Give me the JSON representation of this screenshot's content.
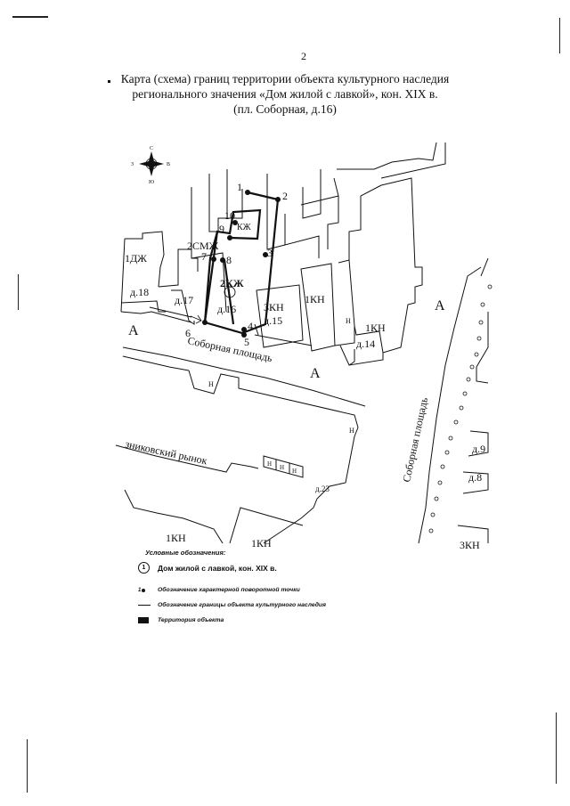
{
  "page": {
    "number": "2"
  },
  "title": {
    "line1": "Карта (схема) границ территории объекта культурного наследия",
    "line2": "регионального значения «Дом жилой с лавкой», кон. XIX в.",
    "line3": "(пл. Соборная, д.16)"
  },
  "compass": {
    "north": "С",
    "south": "Ю",
    "west": "З",
    "east": "В"
  },
  "map_labels": {
    "kzh": "КЖ",
    "smzh2": "2СМЖ",
    "dzh1": "1ДЖ",
    "kzh2": "2КЖ",
    "kn3": "3КН",
    "kn1_a": "1КН",
    "kn1_b": "1КН",
    "kn1_c": "1КН",
    "kn1_d": "1КН",
    "kn3_bottom": "3КН",
    "d18": "д.18",
    "d17": "д.17",
    "d16": "д.16",
    "d15": "д.15",
    "d14": "д.14",
    "d23": "д.23",
    "d9": "д.9",
    "d8": "д.8",
    "zone_a1": "А",
    "zone_a2": "А",
    "zone_a3": "А",
    "square_h": "Соборная площадь",
    "square_v": "Соборная площадь",
    "market": "зниковский рынок",
    "n1": "Н",
    "n2": "Н",
    "n3": "Н",
    "n4": "Н",
    "n5": "Н",
    "n6": "Н",
    "obj_num": "1"
  },
  "points": [
    {
      "label": "1"
    },
    {
      "label": "2"
    },
    {
      "label": "3"
    },
    {
      "label": "4"
    },
    {
      "label": "5"
    },
    {
      "label": "6"
    },
    {
      "label": "7"
    },
    {
      "label": "8"
    },
    {
      "label": "9"
    },
    {
      "label": "10"
    }
  ],
  "legend": {
    "title": "Условные обозначения:",
    "object_num": "1",
    "object_label": "Дом жилой с лавкой, кон. XIX в.",
    "point_sym": "1",
    "point_label": "Обозначение характерной поворотной точки",
    "boundary_label": "Обозначение границы объекта культурного наследия",
    "territory_label": "Территория объекта"
  },
  "colors": {
    "ink": "#111111",
    "paper": "#ffffff"
  }
}
